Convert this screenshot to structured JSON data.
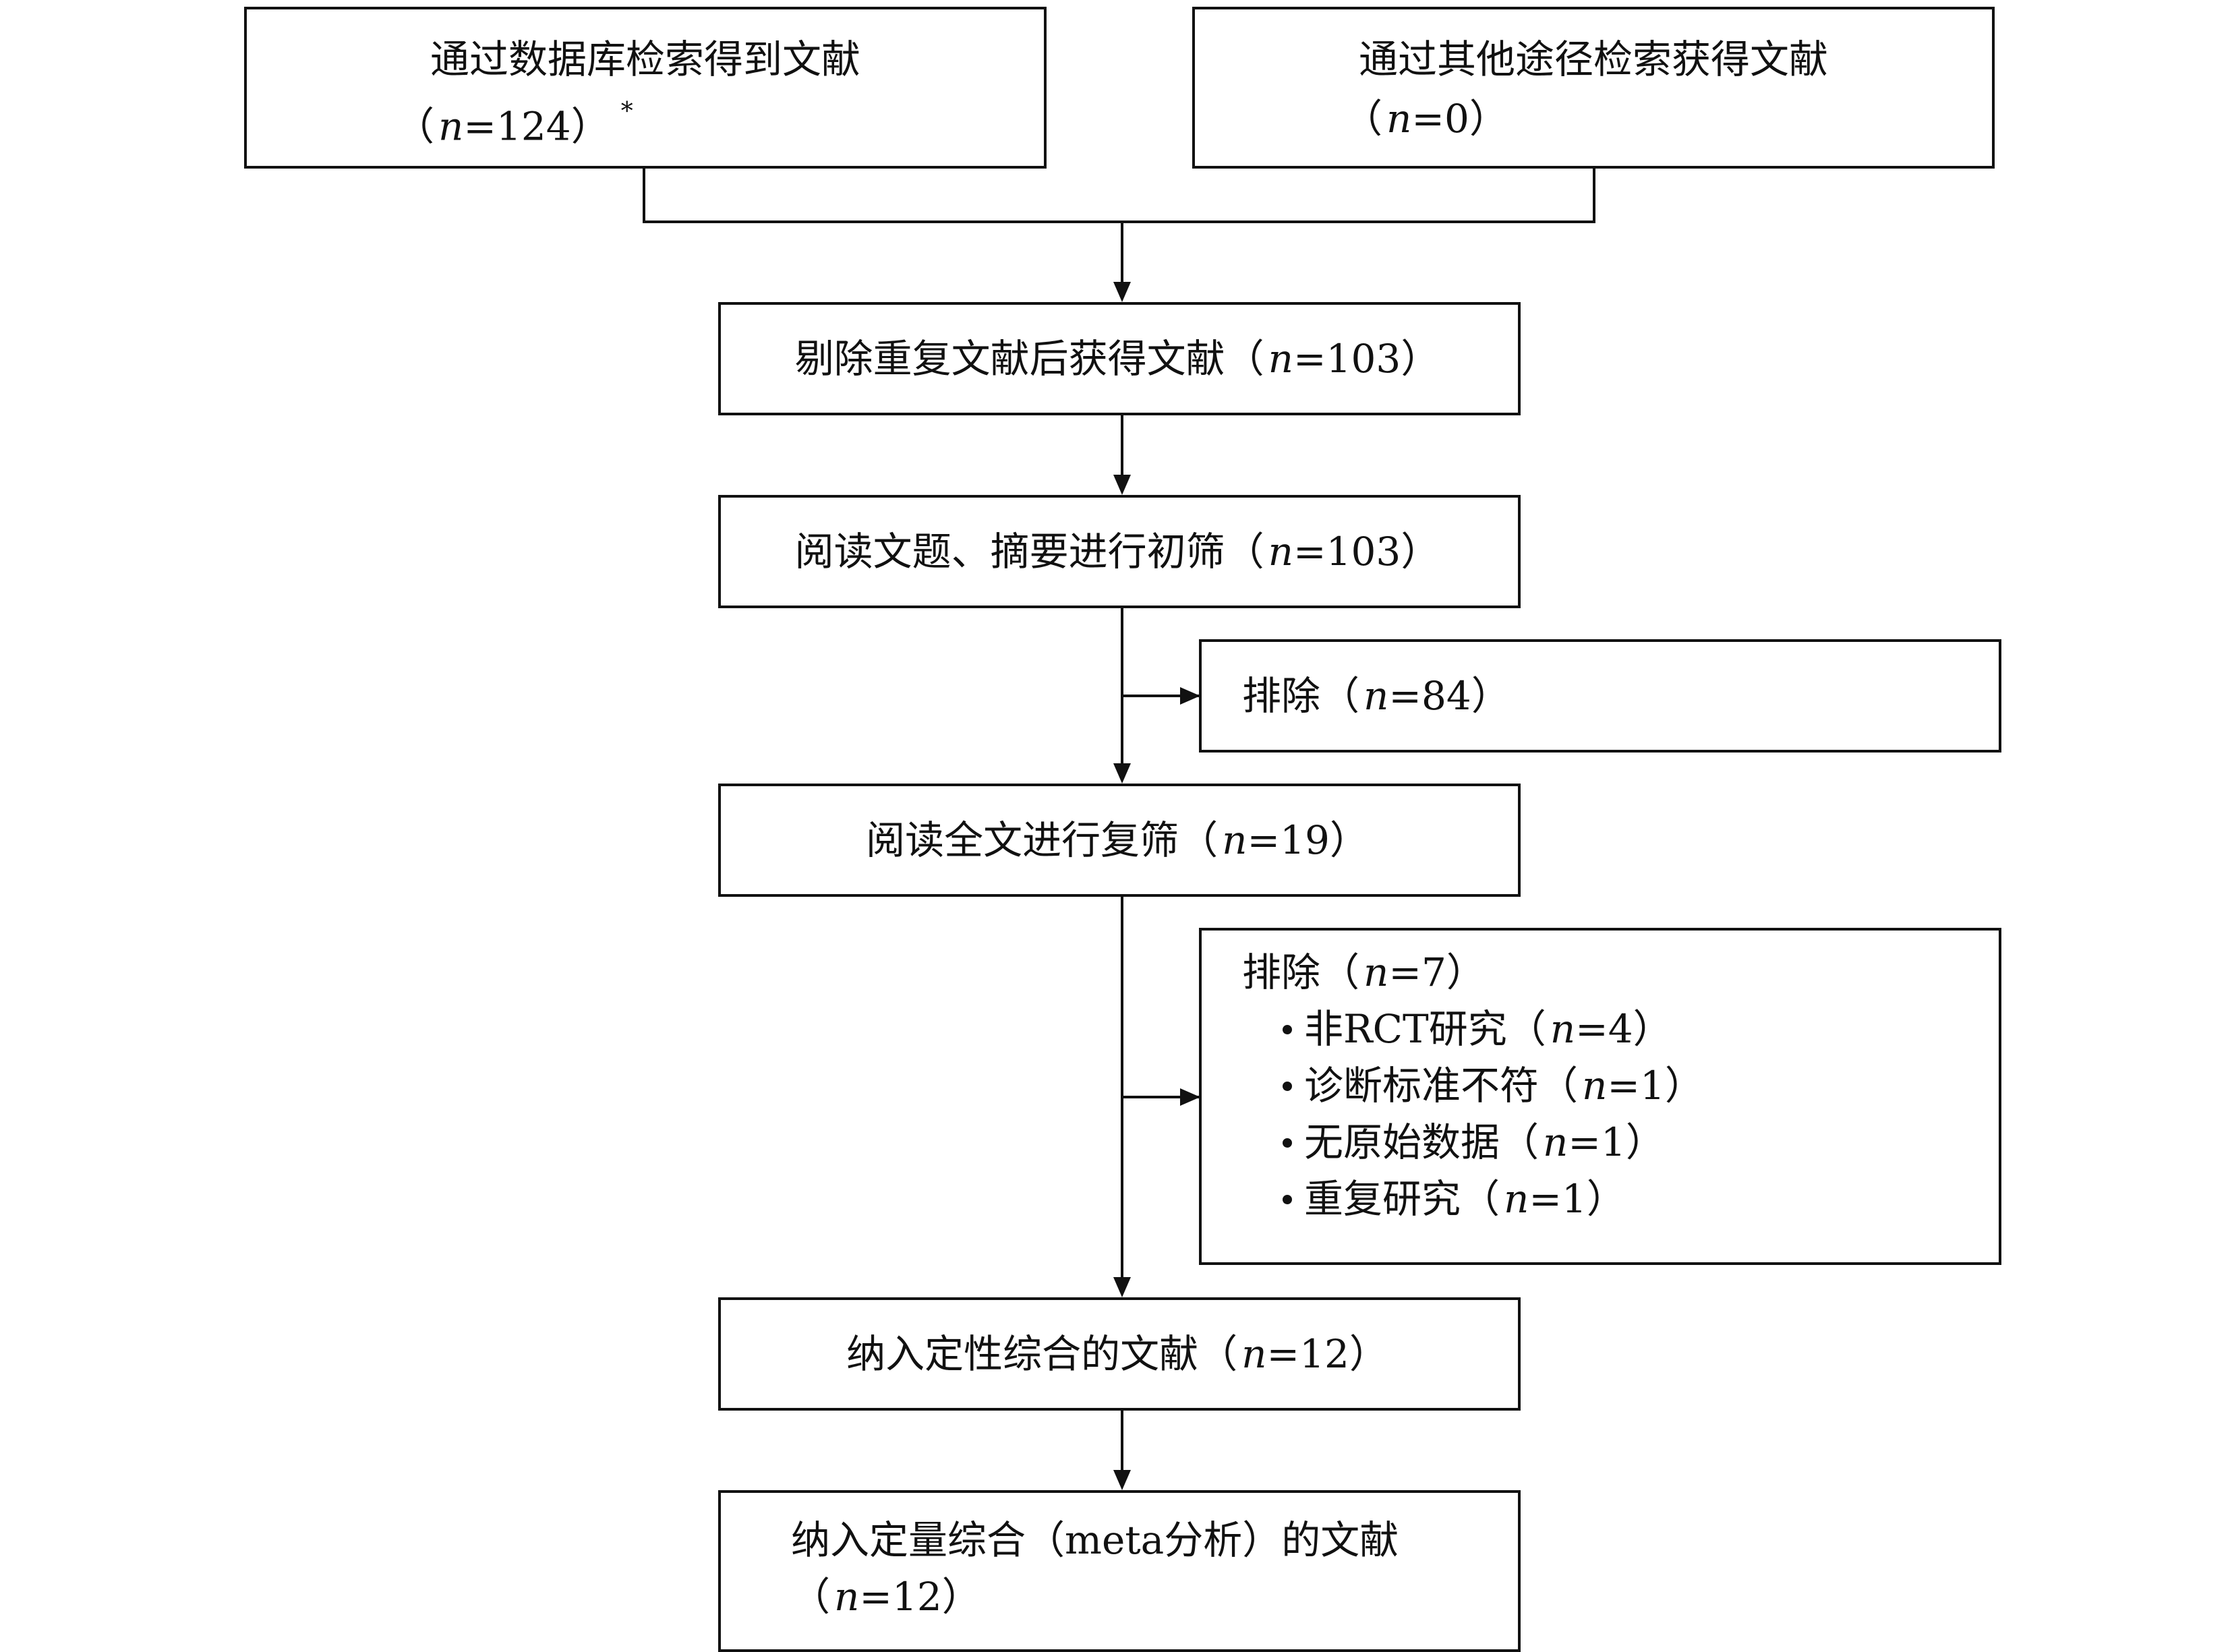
{
  "diagram": {
    "database_box": {
      "text": "通过数据库检索得到文献",
      "count": "124",
      "note": "*"
    },
    "other_box": {
      "text": "通过其他途径检索获得文献",
      "count": "0"
    },
    "dedup_box": {
      "text": "剔除重复文献后获得文献",
      "count": "103"
    },
    "screen_box": {
      "text": "阅读文题、摘要进行初筛",
      "count": "103"
    },
    "exclude1_box": {
      "text": "排除",
      "count": "84"
    },
    "fulltext_box": {
      "text": "阅读全文进行复筛",
      "count": "19"
    },
    "exclude2_box": {
      "text": "排除",
      "count": "7",
      "reasons": [
        {
          "text": "非RCT研究",
          "count": "4"
        },
        {
          "text": "诊断标准不符",
          "count": "1"
        },
        {
          "text": "无原始数据",
          "count": "1"
        },
        {
          "text": "重复研究",
          "count": "1"
        }
      ]
    },
    "qualitative_box": {
      "text": "纳入定性综合的文献",
      "count": "12"
    },
    "quantitative_box": {
      "text": "纳入定量综合（meta分析）的文献",
      "count": "12"
    },
    "n_symbol": "n",
    "left_paren": "（",
    "right_paren": "）",
    "equals": "="
  }
}
